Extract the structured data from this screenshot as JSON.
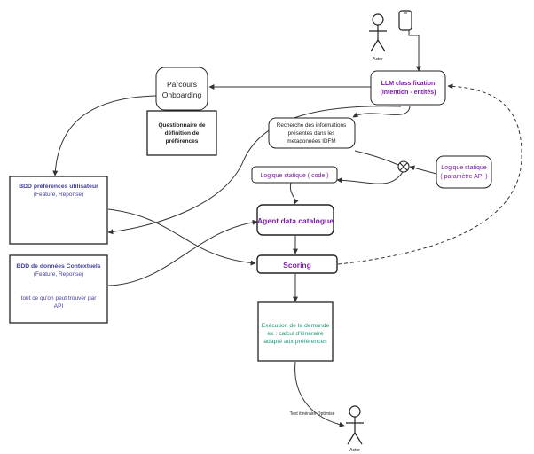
{
  "colors": {
    "purple": "#7b1fa2",
    "navy": "#3f3f9a",
    "teal": "#1a9a7a",
    "ink": "#222222"
  },
  "actors": {
    "top": {
      "label": "Actor",
      "device_icon": "smartphone-icon"
    },
    "bottom": {
      "label": "Actor"
    }
  },
  "nodes": {
    "llm_classification": {
      "line1": "LLM classification",
      "line2": "(Intention - entités)"
    },
    "parcours_onboarding": {
      "line1": "Parcours",
      "line2": "Onboarding"
    },
    "questionnaire": {
      "line1": "Questionnaire de",
      "line2": "définition de",
      "line3": "préférences"
    },
    "recherche": {
      "line1": "Recherche des informations",
      "line2": "présentes dans les",
      "line3": "metadonnées IDFM"
    },
    "logique_code": {
      "label": "Logique statique ( code )"
    },
    "logique_api": {
      "line1": "Logique statique",
      "line2": "( paramètre API )"
    },
    "bdd_preferences": {
      "title": "BDD préférences utilisateur",
      "subtitle": "(Feature, Reponse)"
    },
    "agent_catalogue": {
      "label": "Agent data catalogue"
    },
    "scoring": {
      "label": "Scoring"
    },
    "bdd_contextuels": {
      "title": "BDD de données Contextuels",
      "subtitle": "(Feature, Reponse)",
      "note_line1": "tout ce qu'on peut trouver par",
      "note_line2": "API"
    },
    "execution": {
      "line1": "Exécution de la demande",
      "line2": "ex : calcul d'itinéraire",
      "line3": "adapté aux préférences"
    }
  },
  "edge_labels": {
    "output": "Text itinéraire Optimisé"
  },
  "icons": {
    "merge": "merge-circle-x-icon"
  }
}
